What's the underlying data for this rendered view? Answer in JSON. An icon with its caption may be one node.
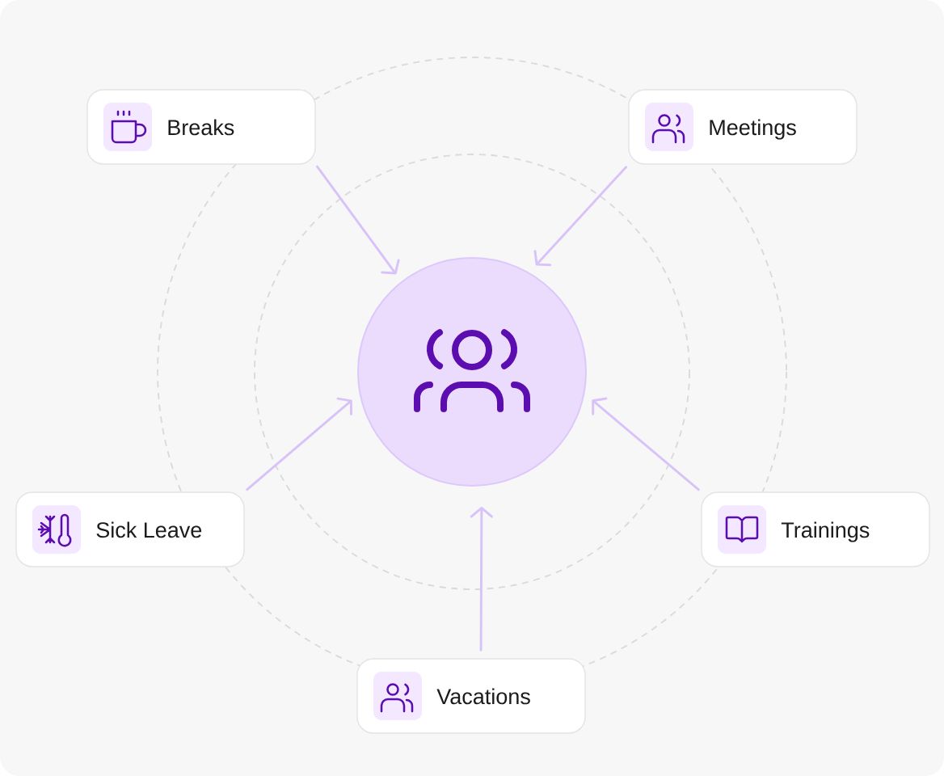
{
  "diagram": {
    "nodes": [
      {
        "text": [
          "Breaks"
        ]
      },
      {
        "text": [
          "Meetings"
        ]
      },
      {
        "text": [],
        "shape": "circle"
      },
      {
        "text": [
          "Sick Leave"
        ]
      },
      {
        "text": [
          "Trainings"
        ]
      },
      {
        "text": [
          "Vacations"
        ]
      }
    ],
    "edges": [
      {
        "from": 0,
        "to": 2,
        "arrow": "to"
      },
      {
        "from": 1,
        "to": 2,
        "arrow": "to"
      },
      {
        "from": 3,
        "to": 2,
        "arrow": "to"
      },
      {
        "from": 4,
        "to": 2,
        "arrow": "to"
      },
      {
        "from": 5,
        "to": 2,
        "arrow": "to"
      }
    ]
  }
}
